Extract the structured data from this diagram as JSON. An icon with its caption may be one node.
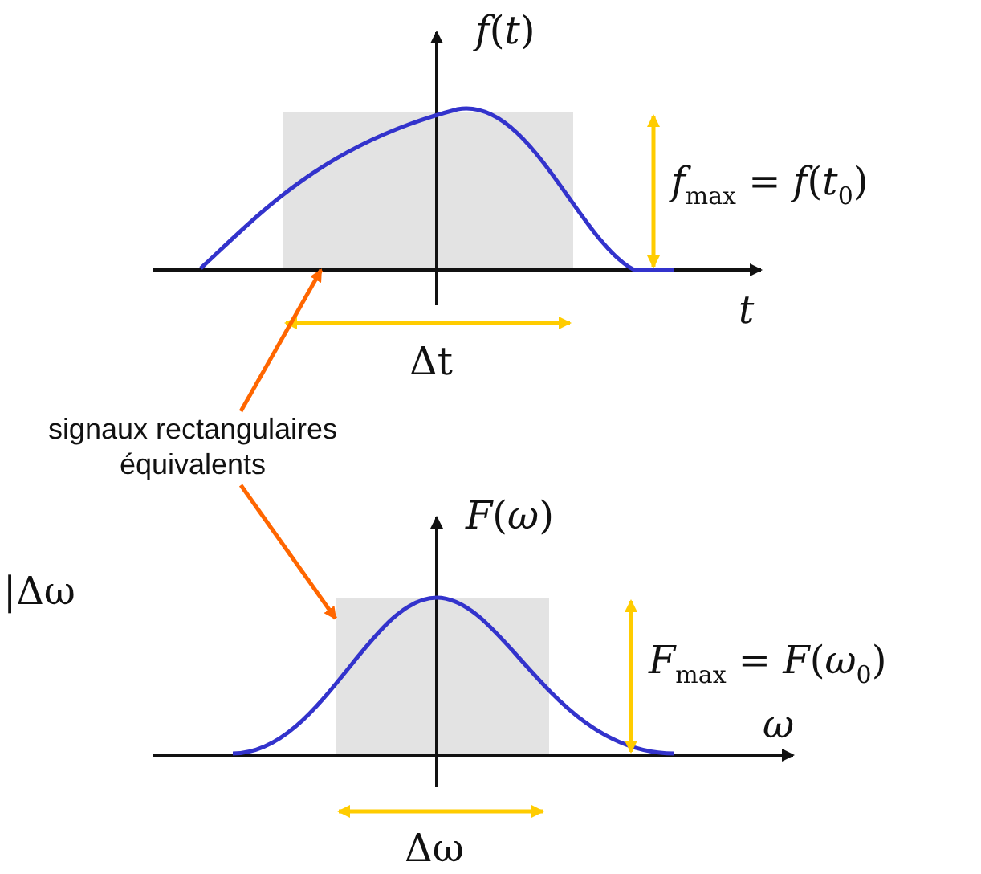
{
  "diagram": {
    "nodes": [
      {
        "text": [
          "signaux rectangulaires équivalents"
        ]
      },
      {
        "text": [],
        "shape": "box"
      },
      {
        "text": [],
        "shape": "box"
      }
    ],
    "edges": [
      {
        "from": 0,
        "to": 1,
        "arrow": "to"
      },
      {
        "from": 0,
        "to": 2,
        "arrow": "to"
      }
    ],
    "labels": [
      "*f*(*t*)",
      "*f*$_{max}$ = *f*(*t*$_{0}$)",
      "t",
      "Δt",
      "|Δω",
      "*F*(*ω*)",
      "*F*$_{max}$ = *F*(*ω*$_{0}$)",
      "ω",
      "Δω"
    ]
  }
}
